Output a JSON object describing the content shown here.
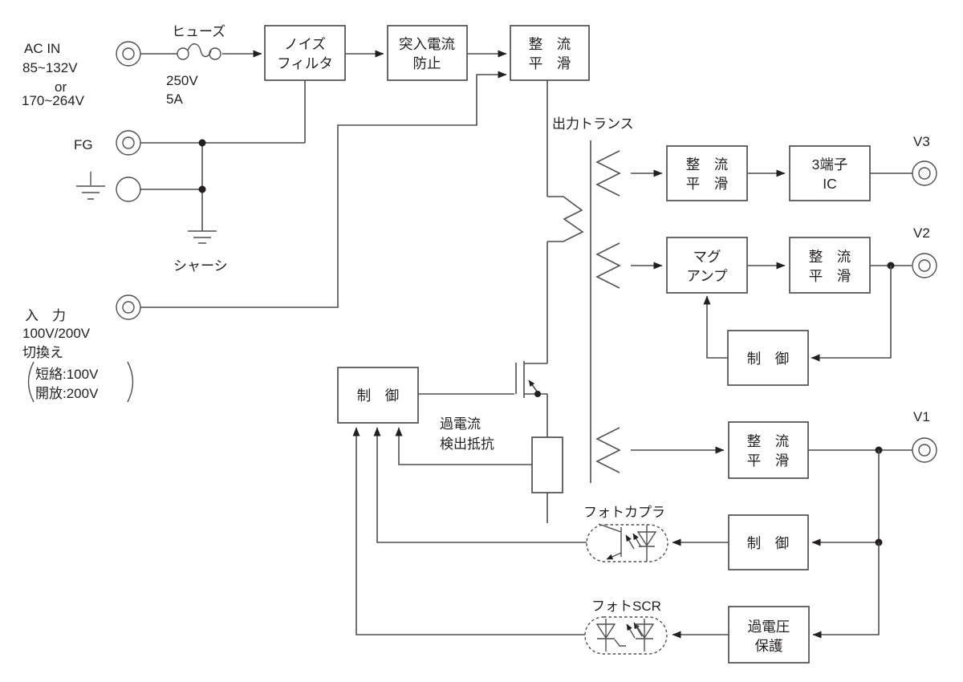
{
  "colors": {
    "wire": "#4f4f51",
    "text": "#231f20",
    "background": "#ffffff"
  },
  "source": {
    "ac_in": {
      "l1": "AC IN",
      "l2": "85~132V",
      "l3": "or",
      "l4": "170~264V"
    },
    "fuse": {
      "label": "ヒューズ",
      "rating_v": "250V",
      "rating_a": "5A"
    },
    "fg_label": "FG",
    "chassis_label": "シャーシ",
    "input_select": {
      "l1": "入　力",
      "l2": "100V/200V",
      "l3": "切換え",
      "short": "短絡:100V",
      "open": "開放:200V"
    }
  },
  "blocks": {
    "noise_filter": {
      "l1": "ノイズ",
      "l2": "フィルタ"
    },
    "inrush": {
      "l1": "突入電流",
      "l2": "防止"
    },
    "rect_smooth": {
      "l1": "整　流",
      "l2": "平　滑"
    },
    "three_terminal_ic": {
      "l1": "3端子",
      "l2": "IC"
    },
    "mag_amp": {
      "l1": "マグ",
      "l2": "アンプ"
    },
    "control": "制　御",
    "ovp": {
      "l1": "過電圧",
      "l2": "保護"
    }
  },
  "transformer": {
    "label": "出力トランス"
  },
  "sense_resistor": {
    "l1": "過電流",
    "l2": "検出抵抗"
  },
  "photocoupler_label": "フォトカプラ",
  "photo_scr_label": "フォトSCR",
  "outputs": {
    "v1": "V1",
    "v2": "V2",
    "v3": "V3"
  }
}
